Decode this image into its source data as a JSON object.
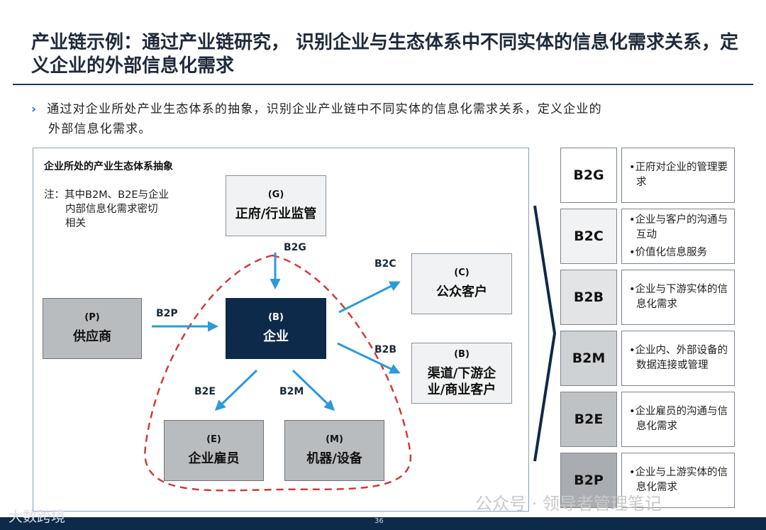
{
  "title": "产业链示例：通过产业链研究，  识别企业与生态体系中不同实体的信息化需求关系，定义企业的外部信息化需求",
  "bullet_marker": "›",
  "bullet": [
    "通过对企业所处产业生态体系的抽象，识别企业产业链中不同实体的信息化需求关系，定义企业的",
    "外部信息化需求。"
  ],
  "panel": {
    "title": "企业所处的产业生态体系抽象",
    "note": [
      "注：其中B2M、B2E与企业",
      "内部信息化需求密切",
      "相关"
    ]
  },
  "nodes": {
    "G": {
      "code": "(G)",
      "name": "正府/行业监管"
    },
    "B_center": {
      "code": "(B)",
      "name": "企业"
    },
    "P": {
      "code": "(P)",
      "name": "供应商"
    },
    "C": {
      "code": "(C)",
      "name": "公众客户"
    },
    "B_channel": {
      "code": "(B)",
      "name": "渠道/下游企业/商业客户"
    },
    "E": {
      "code": "(E)",
      "name": "企业雇员"
    },
    "M": {
      "code": "(M)",
      "name": "机器/设备"
    }
  },
  "edges": {
    "b2g": "B2G",
    "b2p": "B2P",
    "b2c": "B2C",
    "b2b": "B2B",
    "b2e": "B2E",
    "b2m": "B2M"
  },
  "table": [
    {
      "code": "B2G",
      "items": [
        "正府对企业的管理要求"
      ]
    },
    {
      "code": "B2C",
      "items": [
        "企业与客户的沟通与互动",
        "价值化信息服务"
      ]
    },
    {
      "code": "B2B",
      "items": [
        "企业与下游实体的信息化需求"
      ]
    },
    {
      "code": "B2M",
      "items": [
        "企业内、外部设备的数据连接或管理"
      ]
    },
    {
      "code": "B2E",
      "items": [
        "企业雇员的沟通与信息化需求"
      ]
    },
    {
      "code": "B2P",
      "items": [
        "企业与上游实体的信息化需求"
      ]
    }
  ],
  "page_number": "36",
  "watermark": "公众号 · 领导者管理笔记",
  "watermark2": "大数跨境",
  "colors": {
    "dark_node": "#0e2a4a",
    "arrow": "#2b9ad6",
    "dashed_loop": "#d23a3a",
    "gray_node": "#b9bcbf",
    "light_node": "#f1f2f3"
  }
}
